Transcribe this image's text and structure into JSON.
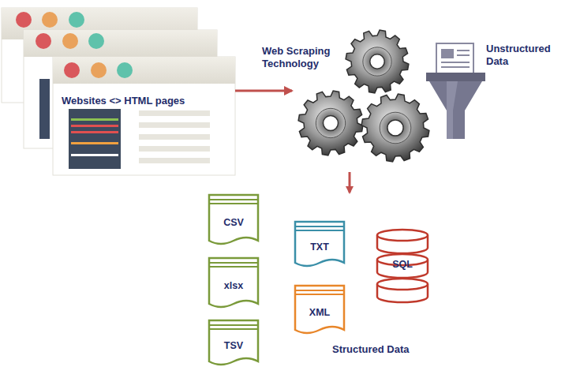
{
  "diagram": {
    "nodes": [
      {
        "text": [
          "Websites <> HTML pages"
        ]
      },
      {
        "text": [
          "Web Scraping Technology"
        ]
      },
      {
        "text": [
          "Unstructured Data"
        ]
      },
      {
        "text": [
          "CSV"
        ]
      },
      {
        "text": [
          "xlsx"
        ]
      },
      {
        "text": [
          "TSV"
        ]
      },
      {
        "text": [
          "TXT"
        ]
      },
      {
        "text": [
          "XML"
        ]
      },
      {
        "text": [
          "SQL"
        ]
      }
    ],
    "edges": [
      {
        "from": 0,
        "to": 1,
        "arrow": "to"
      }
    ],
    "labels": [
      "Structured Data"
    ]
  }
}
